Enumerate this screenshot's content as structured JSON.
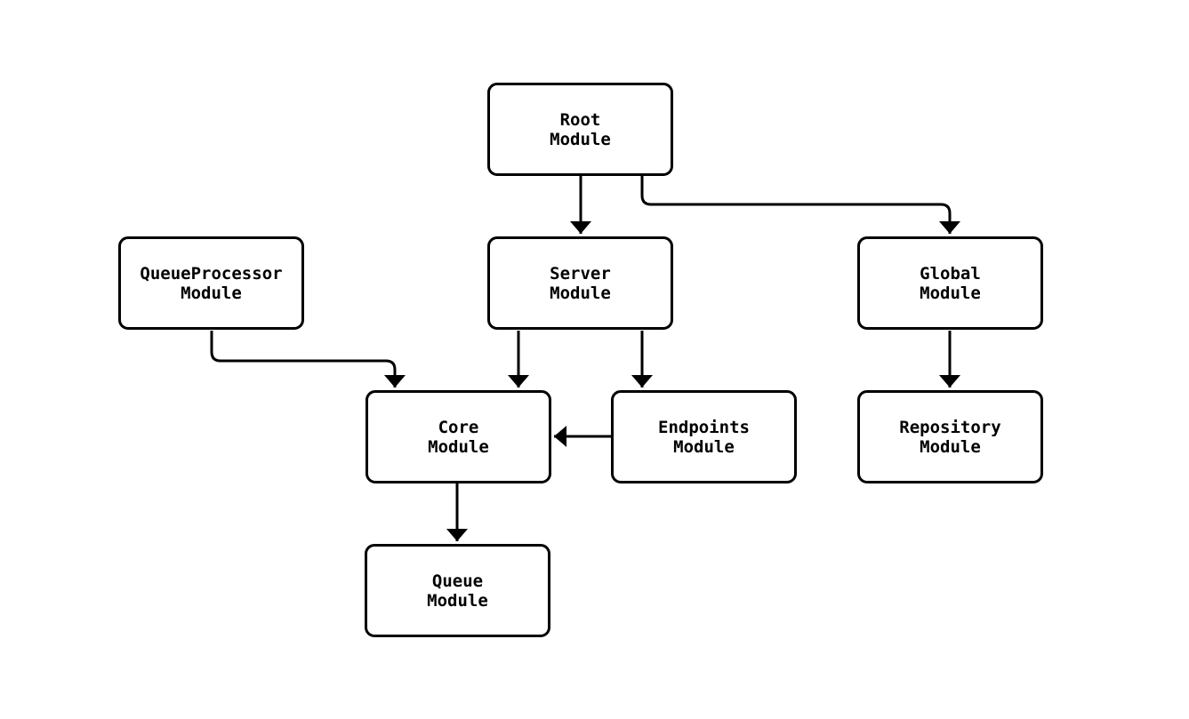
{
  "diagram": {
    "background_color": "#ffffff",
    "stroke_color": "#000000",
    "text_color": "#000000",
    "nodes": [
      {
        "id": "root",
        "label": "Root\nModule"
      },
      {
        "id": "queueprocessor",
        "label": "QueueProcessor\nModule"
      },
      {
        "id": "server",
        "label": "Server\nModule"
      },
      {
        "id": "global",
        "label": "Global\nModule"
      },
      {
        "id": "core",
        "label": "Core\nModule"
      },
      {
        "id": "endpoints",
        "label": "Endpoints\nModule"
      },
      {
        "id": "repository",
        "label": "Repository\nModule"
      },
      {
        "id": "queue",
        "label": "Queue\nModule"
      }
    ],
    "edges": [
      {
        "from": "root",
        "to": "server"
      },
      {
        "from": "root",
        "to": "global"
      },
      {
        "from": "queueprocessor",
        "to": "core"
      },
      {
        "from": "server",
        "to": "core"
      },
      {
        "from": "server",
        "to": "endpoints"
      },
      {
        "from": "global",
        "to": "repository"
      },
      {
        "from": "endpoints",
        "to": "core"
      },
      {
        "from": "core",
        "to": "queue"
      }
    ]
  }
}
